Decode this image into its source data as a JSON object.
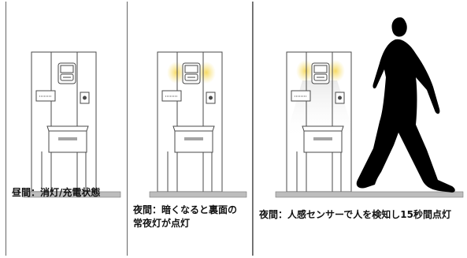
{
  "panels": [
    {
      "caption": "昼間：消灯/充電状態",
      "light": "off"
    },
    {
      "caption_line1": "夜間：暗くなると裏面の",
      "caption_line2": "常夜灯が点灯",
      "light": "night"
    },
    {
      "caption": "夜間：人感センサーで人を検知し15秒間点灯",
      "light": "sensor"
    }
  ],
  "colors": {
    "glow": "#f7e27a",
    "line": "#4a4a4a",
    "ground": "#bdbdbd",
    "person": "#000000"
  }
}
